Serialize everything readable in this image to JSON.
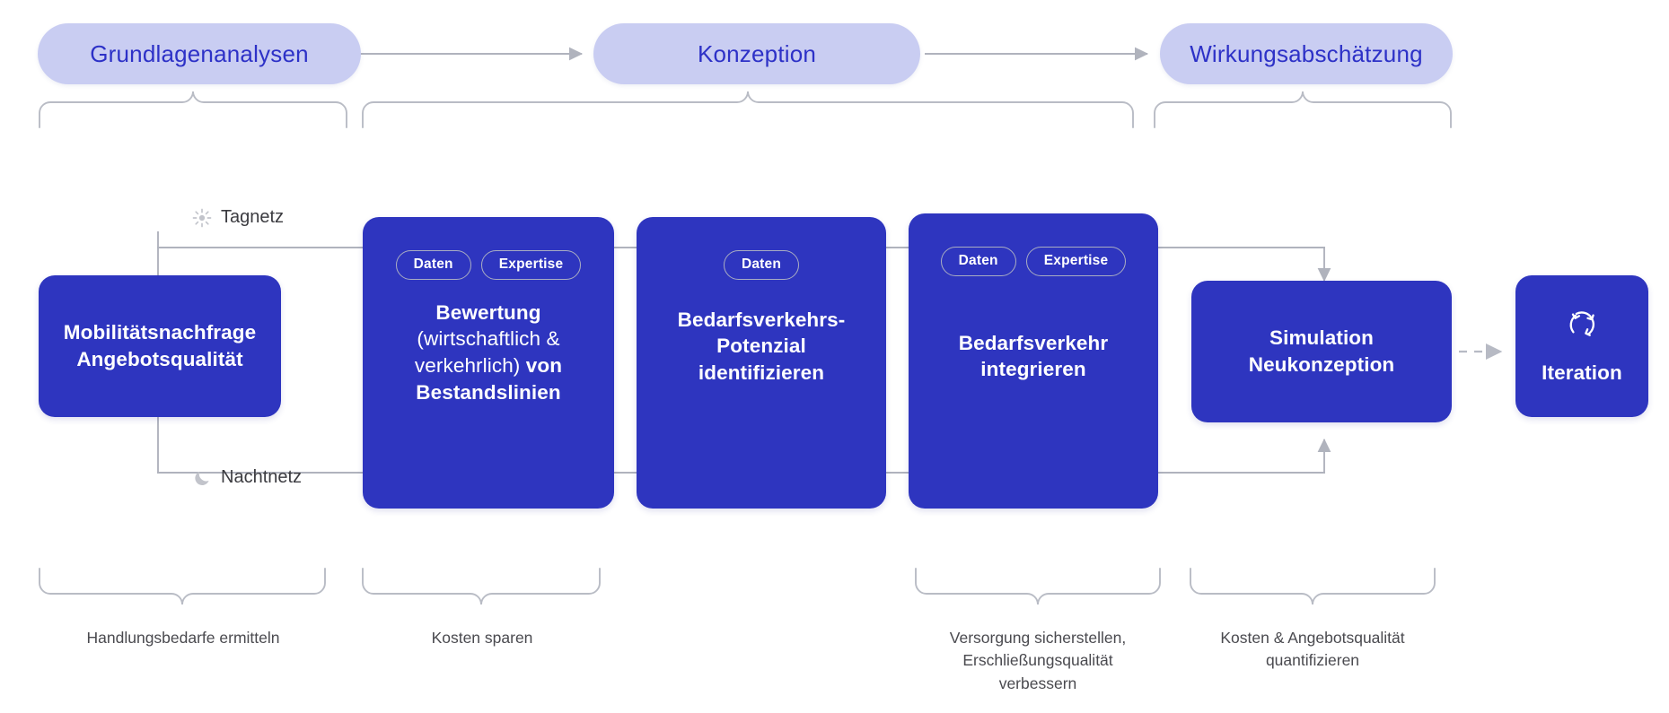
{
  "diagram": {
    "title": "Prozessdiagramm Netzkonzeption",
    "colors": {
      "pill_bg": "#c9cdf2",
      "pill_text": "#2d31c7",
      "card_bg": "#2e35bf",
      "card_text": "#ffffff",
      "line": "#b0b3bd",
      "caption_text": "#4a4a4f"
    }
  },
  "phases": [
    {
      "label": "Grundlagenanalysen"
    },
    {
      "label": "Konzeption"
    },
    {
      "label": "Wirkungsabschätzung"
    }
  ],
  "legend": [
    {
      "icon": "sun-icon",
      "label": "Tagnetz"
    },
    {
      "icon": "moon-icon",
      "label": "Nachtnetz"
    }
  ],
  "cards": [
    {
      "id": "mobilitaetsnachfrage",
      "badges": [],
      "title_line1": "Mobilitätsnachfrage",
      "title_line2": "Angebotsqualität"
    },
    {
      "id": "bewertung",
      "badges": [
        "Daten",
        "Expertise"
      ],
      "title_segments": [
        {
          "text": "Bewertung",
          "bold": true
        },
        {
          "text": "(wirtschaftlich & verkehrlich) ",
          "bold": false
        },
        {
          "text": "von Bestandslinien",
          "bold": true
        }
      ]
    },
    {
      "id": "bedarfsverkehrs-potenzial",
      "badges": [
        "Daten"
      ],
      "title_line1": "Bedarfsverkehrs-",
      "title_line2": "Potenzial",
      "title_line3": "identifizieren"
    },
    {
      "id": "bedarfsverkehr-integrieren",
      "badges": [
        "Daten",
        "Expertise"
      ],
      "title_line1": "Bedarfsverkehr",
      "title_line2": "integrieren"
    },
    {
      "id": "simulation-neukonzeption",
      "badges": [],
      "title_line1": "Simulation",
      "title_line2": "Neukonzeption"
    },
    {
      "id": "iteration",
      "badges": [],
      "icon": "iteration-icon",
      "title_line1": "Iteration"
    }
  ],
  "captions": [
    {
      "text": "Handlungsbedarfe ermitteln"
    },
    {
      "text": "Kosten sparen"
    },
    {
      "text": "Versorgung sicherstellen,\nErschließungsqualität\nverbessern"
    },
    {
      "text": "Kosten & Angebotsqualität\nquantifizieren"
    }
  ]
}
